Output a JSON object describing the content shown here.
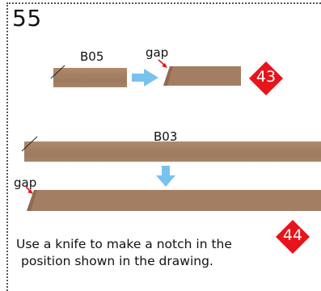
{
  "step": {
    "number": "55"
  },
  "figure": {
    "part_top": "B05",
    "part_long": "B03",
    "gap_label": "gap"
  },
  "badges": [
    {
      "number": "43",
      "color": "#e8141b"
    },
    {
      "number": "44",
      "color": "#e8141b"
    }
  ],
  "instruction": {
    "line1": "Use a knife to make a notch in the",
    "line2": "position shown in the drawing."
  },
  "colors": {
    "arrow": "#7ac2ee",
    "mark": "#e8141b",
    "wood": "#a37e62"
  }
}
